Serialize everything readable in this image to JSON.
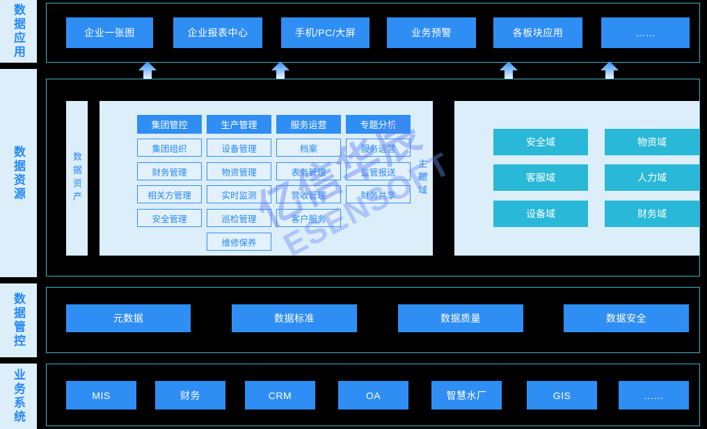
{
  "tiers": [
    {
      "id": "data-application",
      "label": "数据应用"
    },
    {
      "id": "data-resource",
      "label": "数据资源"
    },
    {
      "id": "data-governance",
      "label": "数据管控"
    },
    {
      "id": "business-system",
      "label": "业务系统"
    }
  ],
  "application_layer": {
    "items": [
      {
        "label": "企业一张图"
      },
      {
        "label": "企业报表中心"
      },
      {
        "label": "手机/PC/大屏"
      },
      {
        "label": "业务预警"
      },
      {
        "label": "各板块应用"
      },
      {
        "label": "……"
      }
    ]
  },
  "arrows": {
    "icon": "arrow-up-icon",
    "count": 4
  },
  "data_resource": {
    "asset_label": "数据资产",
    "theme_label": "主题域",
    "categories": [
      {
        "head": "集团管控",
        "items": [
          "集团组织",
          "财务管理",
          "相关方管理",
          "安全管理"
        ]
      },
      {
        "head": "生产管理",
        "items": [
          "设备管理",
          "物资管理",
          "实时监测",
          "巡检管理",
          "维修保养"
        ]
      },
      {
        "head": "服务运营",
        "items": [
          "档案",
          "表务管理",
          "营收管理",
          "客户服务"
        ]
      },
      {
        "head": "专题分析",
        "items": [
          "服务运营",
          "监管报送",
          "财务共享"
        ]
      }
    ],
    "domains": [
      "安全域",
      "物资域",
      "客服域",
      "人力域",
      "设备域",
      "财务域"
    ]
  },
  "governance_layer": {
    "items": [
      "元数据",
      "数据标准",
      "数据质量",
      "数据安全"
    ]
  },
  "business_layer": {
    "items": [
      "MIS",
      "财务",
      "CRM",
      "OA",
      "智慧水厂",
      "GIS",
      "……"
    ]
  },
  "watermark": {
    "chinese": "亿信华辰",
    "english": "ESENSOFT"
  },
  "colors": {
    "background": "#000000",
    "accent_blue": "#2f8ef4",
    "panel_light": "#ddeefb",
    "border_cyan": "#3fb6c8",
    "domain_teal": "#29b8d8",
    "text_blue": "#2589f5"
  }
}
